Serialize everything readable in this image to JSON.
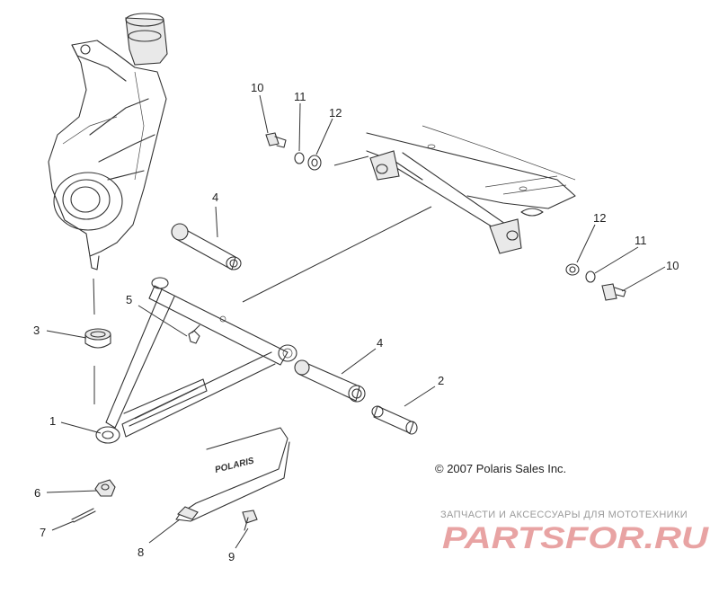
{
  "callouts": [
    {
      "id": "c1",
      "text": "1"
    },
    {
      "id": "c2",
      "text": "2"
    },
    {
      "id": "c3",
      "text": "3"
    },
    {
      "id": "c4a",
      "text": "4"
    },
    {
      "id": "c4b",
      "text": "4"
    },
    {
      "id": "c5",
      "text": "5"
    },
    {
      "id": "c6",
      "text": "6"
    },
    {
      "id": "c7",
      "text": "7"
    },
    {
      "id": "c8",
      "text": "8"
    },
    {
      "id": "c9",
      "text": "9"
    },
    {
      "id": "c10a",
      "text": "10"
    },
    {
      "id": "c10b",
      "text": "10"
    },
    {
      "id": "c11a",
      "text": "11"
    },
    {
      "id": "c11b",
      "text": "11"
    },
    {
      "id": "c12a",
      "text": "12"
    },
    {
      "id": "c12b",
      "text": "12"
    }
  ],
  "copyright": "© 2007 Polaris Sales Inc.",
  "part_logo_text": "POLARIS",
  "watermark": {
    "tagline": "ЗАПЧАСТИ И АКСЕССУАРЫ ДЛЯ МОТОТЕХНИКИ",
    "logo_text": "PARTSFOR.RU",
    "color": "#e8a3a3"
  }
}
